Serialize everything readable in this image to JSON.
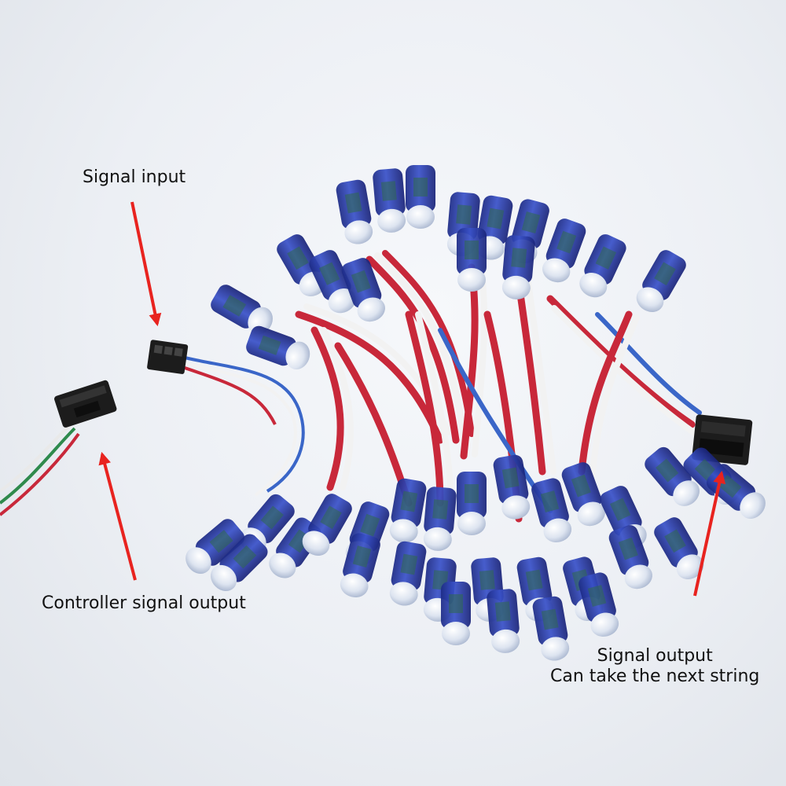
{
  "annotations": {
    "signal_input": "Signal input",
    "controller_signal_output": "Controller signal output",
    "signal_output_line1": "Signal output",
    "signal_output_line2": "Can take the next string"
  },
  "colors": {
    "arrow": "#e8231f",
    "wire_red": "#c8283a",
    "wire_white": "#f2f2f2",
    "wire_blue": "#3a66c8",
    "module_blue": "#2c3fa8",
    "diffuser": "#dfe6f2",
    "connector": "#1c1c1c",
    "controller_wire_green": "#2f8a4c"
  },
  "icons": [
    "connector-plug-icon",
    "connector-socket-icon",
    "led-pixel-icon",
    "red-arrow-icon"
  ]
}
